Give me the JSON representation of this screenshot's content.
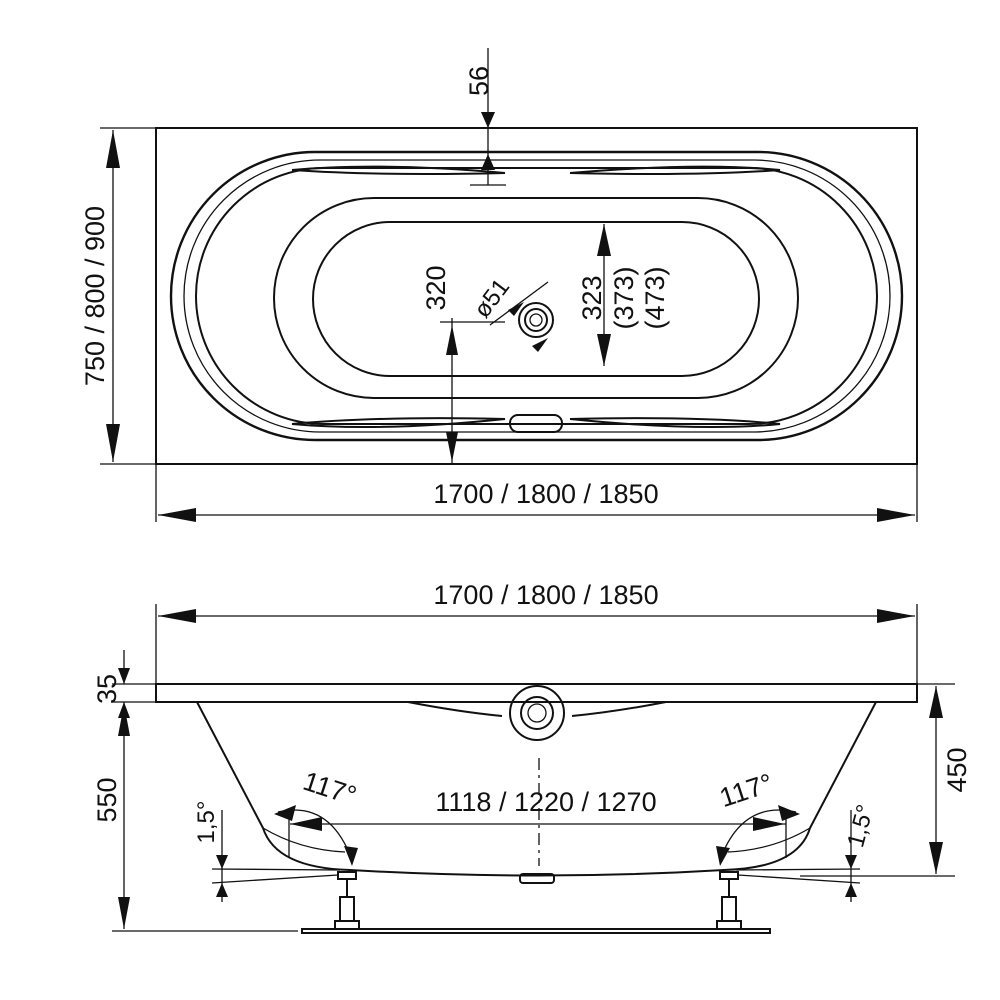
{
  "top_view": {
    "overflow_offset": "56",
    "width_options": "750 / 800 / 900",
    "length_options": "1700 / 1800 / 1850",
    "drain_offset": "320",
    "drain_diameter": "ø51",
    "inner_width": "323",
    "inner_width_alt1": "(373)",
    "inner_width_alt2": "(473)"
  },
  "side_view": {
    "length_options": "1700 / 1800 / 1850",
    "rim_height": "35",
    "total_height": "550",
    "inner_depth": "450",
    "bottom_length_options": "1118 / 1220 / 1270",
    "angle_left": "117°",
    "angle_right": "117°",
    "slope_left": "1,5°",
    "slope_right": "1,5°"
  },
  "colors": {
    "line": "#111111",
    "background": "#ffffff"
  }
}
